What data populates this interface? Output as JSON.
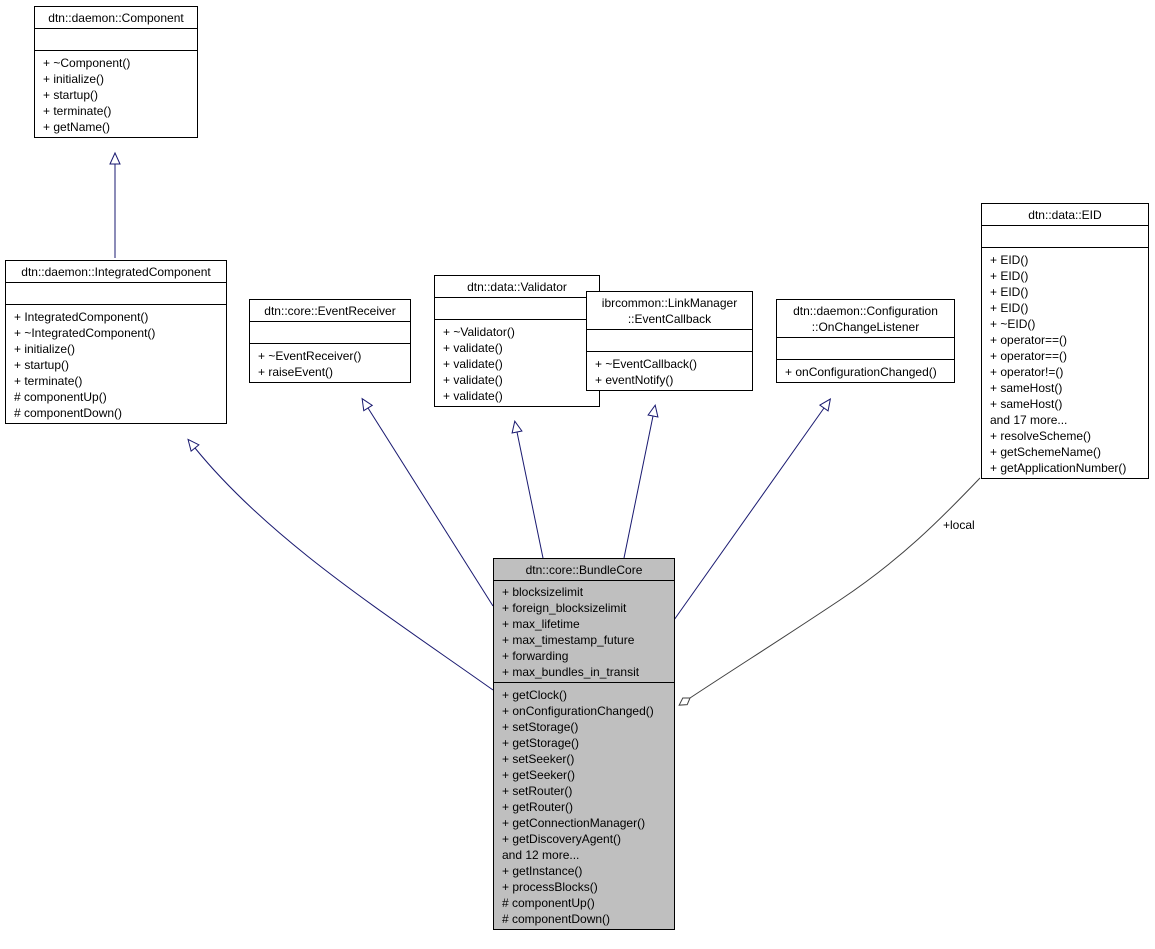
{
  "classes": {
    "component": {
      "name": "dtn::daemon::Component",
      "attributes": [],
      "operations": [
        "+ ~Component()",
        "+ initialize()",
        "+ startup()",
        "+ terminate()",
        "+ getName()"
      ]
    },
    "integrated": {
      "name": "dtn::daemon::IntegratedComponent",
      "attributes": [],
      "operations": [
        "+ IntegratedComponent()",
        "+ ~IntegratedComponent()",
        "+ initialize()",
        "+ startup()",
        "+ terminate()",
        "# componentUp()",
        "# componentDown()"
      ]
    },
    "eventreceiver": {
      "name": "dtn::core::EventReceiver",
      "attributes": [],
      "operations": [
        "+ ~EventReceiver()",
        "+ raiseEvent()"
      ]
    },
    "validator": {
      "name": "dtn::data::Validator",
      "attributes": [],
      "operations": [
        "+ ~Validator()",
        "+ validate()",
        "+ validate()",
        "+ validate()",
        "+ validate()"
      ]
    },
    "eventcallback": {
      "name_lines": [
        "ibrcommon::LinkManager",
        "::EventCallback"
      ],
      "attributes": [],
      "operations": [
        "+ ~EventCallback()",
        "+ eventNotify()"
      ]
    },
    "onchange": {
      "name_lines": [
        "dtn::daemon::Configuration",
        "::OnChangeListener"
      ],
      "attributes": [],
      "operations": [
        "+ onConfigurationChanged()"
      ]
    },
    "eid": {
      "name": "dtn::data::EID",
      "attributes": [],
      "operations": [
        "+ EID()",
        "+ EID()",
        "+ EID()",
        "+ EID()",
        "+ ~EID()",
        "+ operator==()",
        "+ operator==()",
        "+ operator!=()",
        "+ sameHost()",
        "+ sameHost()",
        "and 17 more...",
        "+ resolveScheme()",
        "+ getSchemeName()",
        "+ getApplicationNumber()"
      ]
    },
    "bundlecore": {
      "name": "dtn::core::BundleCore",
      "attributes": [
        "+ blocksizelimit",
        "+ foreign_blocksizelimit",
        "+ max_lifetime",
        "+ max_timestamp_future",
        "+ forwarding",
        "+ max_bundles_in_transit"
      ],
      "operations": [
        "+ getClock()",
        "+ onConfigurationChanged()",
        "+ setStorage()",
        "+ getStorage()",
        "+ setSeeker()",
        "+ getSeeker()",
        "+ setRouter()",
        "+ getRouter()",
        "+ getConnectionManager()",
        "+ getDiscoveryAgent()",
        "and 12 more...",
        "+ getInstance()",
        "+ processBlocks()",
        "# componentUp()",
        "# componentDown()"
      ]
    }
  },
  "edges": {
    "local_label": "+local"
  },
  "colors": {
    "inheritance": "#191970",
    "association": "#404040",
    "highlight": "#bfbfbf"
  }
}
